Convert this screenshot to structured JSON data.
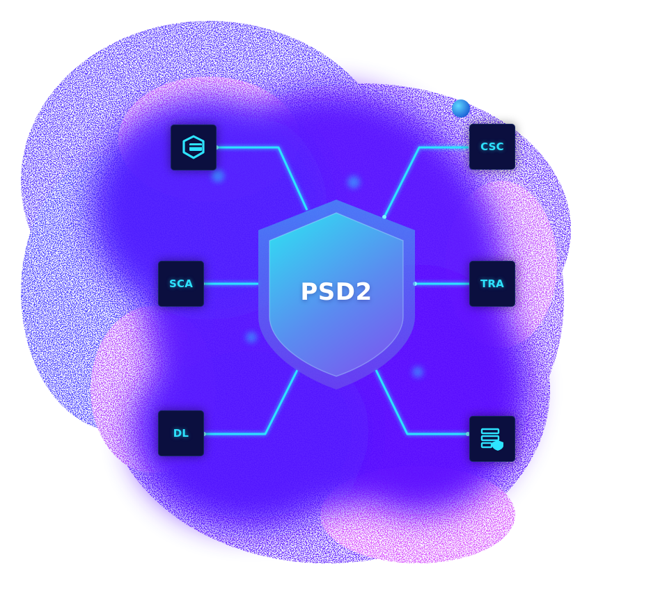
{
  "hub": {
    "title": "PSD2",
    "icon": "shield-icon"
  },
  "nodes": [
    {
      "id": "top-left",
      "label": "",
      "icon": "credit-card-shield-icon"
    },
    {
      "id": "top-right",
      "label": "CSC",
      "icon": ""
    },
    {
      "id": "middle-left",
      "label": "SCA",
      "icon": ""
    },
    {
      "id": "middle-right",
      "label": "TRA",
      "icon": ""
    },
    {
      "id": "bottom-left",
      "label": "DL",
      "icon": ""
    },
    {
      "id": "bottom-right",
      "label": "",
      "icon": "server-shield-icon"
    }
  ],
  "colors": {
    "glow_primary": "#5b1dff",
    "glow_secondary": "#2a3bff",
    "glow_accent": "#e040ff",
    "connector": "#2ee3ff",
    "node_background": "#0b0f3f",
    "shield_top": "#33d8f2",
    "shield_bottom": "#7a58f0",
    "hub_text": "#ffffff"
  }
}
